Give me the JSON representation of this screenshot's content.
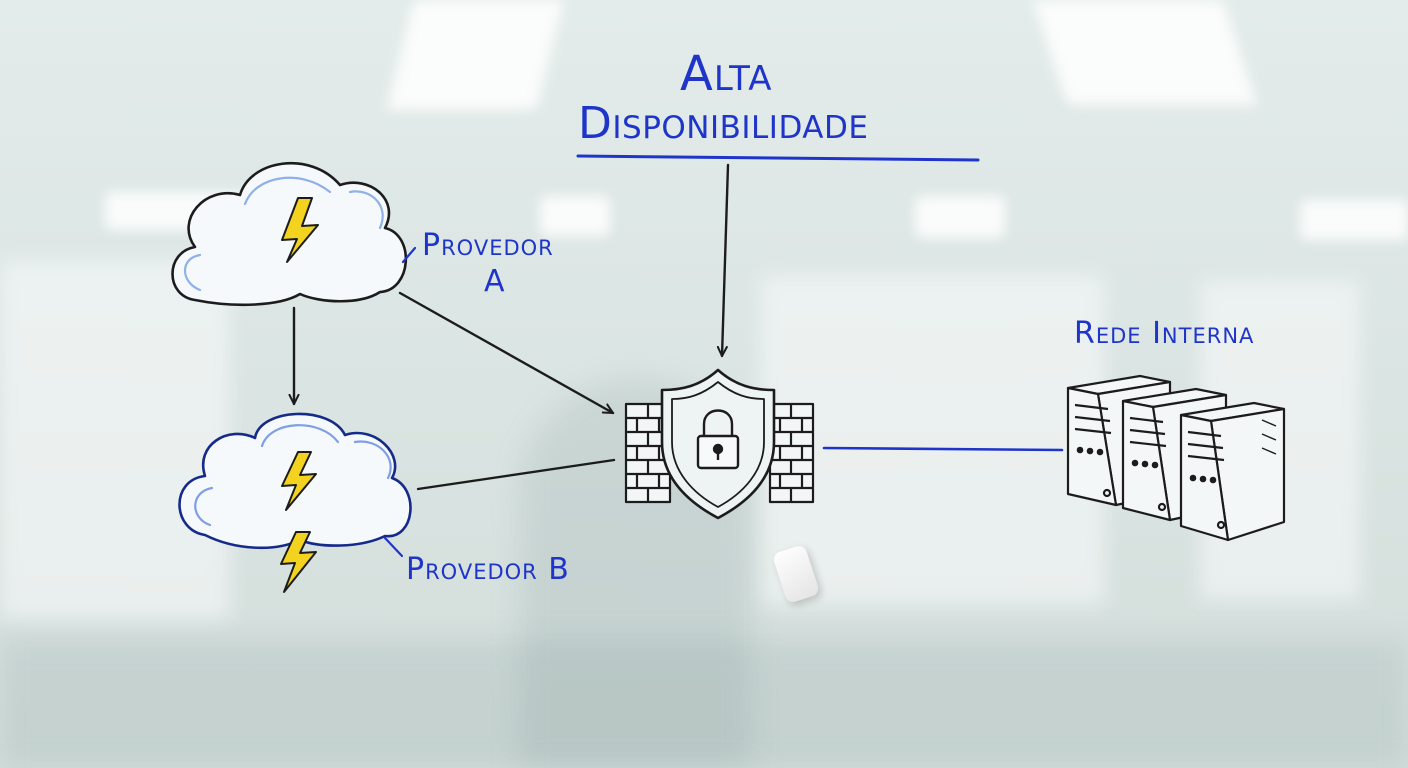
{
  "title": "Alta Disponibilidade",
  "nodes": {
    "provider_a": {
      "label_line1": "Provedor",
      "label_line2": "A"
    },
    "provider_b": {
      "label": "Provedor B"
    },
    "internal_network": {
      "label": "Rede Interna"
    }
  },
  "icons": {
    "provider_a": "storm-cloud-icon",
    "provider_b": "storm-cloud-icon",
    "firewall": "firewall-shield-lock-icon",
    "servers": "server-rack-icon"
  },
  "colors": {
    "ink_black": "#1c1c1c",
    "ink_blue": "#1f35c9",
    "ink_navy": "#162a8a",
    "lightning": "#f3d31f"
  }
}
